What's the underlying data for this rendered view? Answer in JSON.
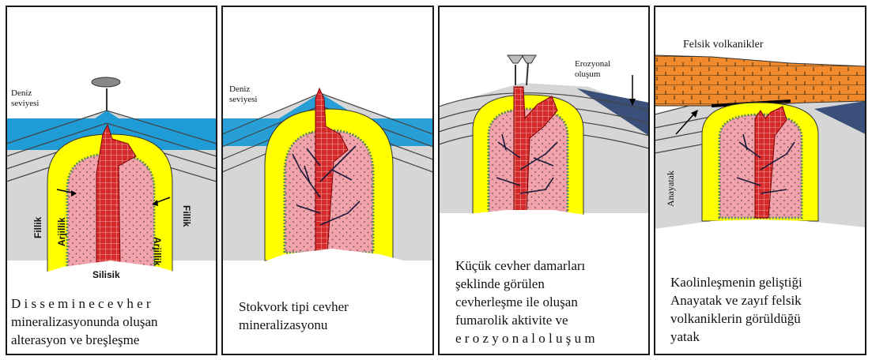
{
  "colors": {
    "sea": "#1f9bd6",
    "strata": "#d6d6d6",
    "halo_yellow": "#ffff00",
    "core_pink": "#f2a2aa",
    "ore_red": "#d62a2a",
    "volcanics": "#f08a2c",
    "eroded_blue": "#3a4f7a"
  },
  "panel1": {
    "sea_level_label": [
      "Deniz",
      "seviyesi"
    ],
    "phyllic_left": "Fillik",
    "argillic_left": "Arjillik",
    "argillic_right": "Arjillik",
    "phyllic_right": "Fillik",
    "silicic": "Silisik",
    "caption": [
      "D i s s e m i n e   c e v h e r",
      "mineralizasyonunda oluşan",
      "alterasyon ve breşleşme"
    ]
  },
  "panel2": {
    "sea_level_label": [
      "Deniz",
      "seviyesi"
    ],
    "caption": [
      "Stokvork tipi cevher",
      "mineralizasyonu"
    ]
  },
  "panel3": {
    "erosion_label": [
      "Erozyonal",
      "oluşum"
    ],
    "caption": [
      "Küçük cevher damarları",
      "şeklinde görülen",
      "cevherleşme ile oluşan",
      "fumarolik aktivite ve",
      "e r o z y o n a l   o l u ş u m"
    ]
  },
  "panel4": {
    "felsic_label": "Felsik volkanikler",
    "host_rock": "Anayatak",
    "caption": [
      "Kaolinleşmenin geliştiği",
      "Anayatak ve zayıf felsik",
      "volkaniklerin görüldüğü",
      "yatak"
    ]
  }
}
